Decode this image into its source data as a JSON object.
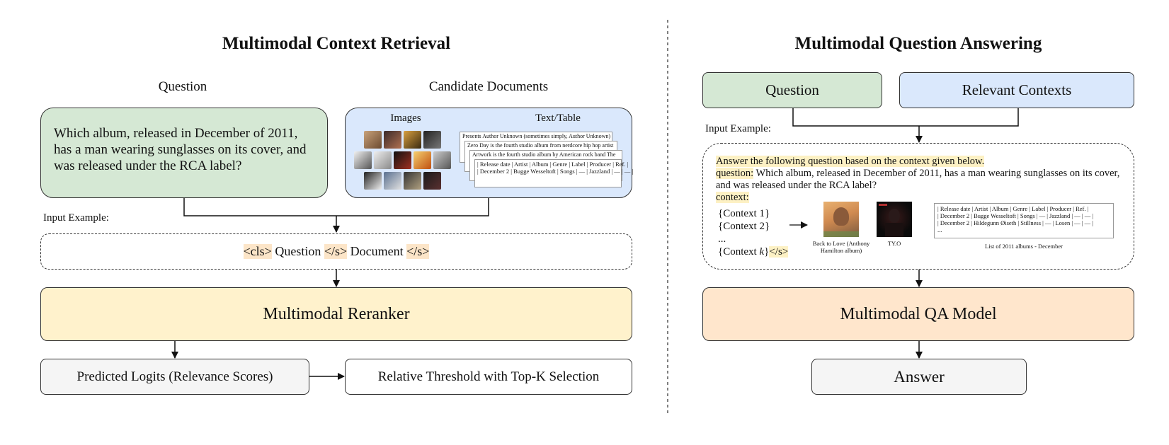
{
  "left": {
    "title": "Multimodal Context Retrieval",
    "question_label": "Question",
    "question_text": "Which album, released in December of 2011, has a man wearing sunglasses on its cover, and was released under the RCA label?",
    "candidate_label": "Candidate Documents",
    "images_label": "Images",
    "text_table_label": "Text/Table",
    "doc_cards": [
      "Presents Author Unknown (sometimes simply, Author Unknown)",
      "Zero Day is the fourth studio album from nerdcore hip hop artist",
      "Artwork is the fourth studio album by American rock band The",
      "| Release date | Artist | Album | Genre | Label | Producer | Ref. |",
      "| December 2 | Bugge Wesseltoft | Songs | — | Jazzland | — | — |"
    ],
    "input_example_label": "Input Example:",
    "input_tokens": {
      "cls": "<cls>",
      "question": " Question ",
      "sep1": "</s>",
      "document": " Document ",
      "sep2": "</s>"
    },
    "reranker_label": "Multimodal Reranker",
    "logits_label": "Predicted Logits (Relevance Scores)",
    "threshold_label": "Relative Threshold with Top-K Selection"
  },
  "right": {
    "title": "Multimodal Question Answering",
    "question_box": "Question",
    "contexts_box": "Relevant Contexts",
    "input_example_label": "Input Example:",
    "instruction": "Answer the following question based on the context given below.",
    "question_prefix": "question:",
    "question_text": " Which album, released in December of 2011, has a man wearing sunglasses on its cover, and was released under the RCA label?",
    "context_prefix": "context:",
    "context_1": "{Context 1}",
    "context_2": "{Context 2}",
    "ellipsis": "...",
    "context_k_prefix": "{Context ",
    "context_k_var": "k",
    "context_k_suffix": "}",
    "context_k_sep": "</s>",
    "album1_caption": "Back to Love (Anthony Hamilton album)",
    "album2_caption": "TY.O",
    "table_lines": [
      "| Release date | Artist | Album | Genre | Label | Producer | Ref. |",
      "| December 2 | Bugge Wesseltoft | Songs | — | Jazzland | — | — |",
      "| December 2 | Hildegunn Øiseth | Stillness | — | Losen | — | — |",
      "..."
    ],
    "table_caption": "List of 2011 albums - December",
    "qa_model_label": "Multimodal QA Model",
    "answer_label": "Answer"
  },
  "colors": {
    "green": "#d5e8d4",
    "blue": "#dae8fc",
    "yellow": "#fff2cc",
    "orange": "#ffe6cc",
    "gray": "#f5f5f5"
  }
}
